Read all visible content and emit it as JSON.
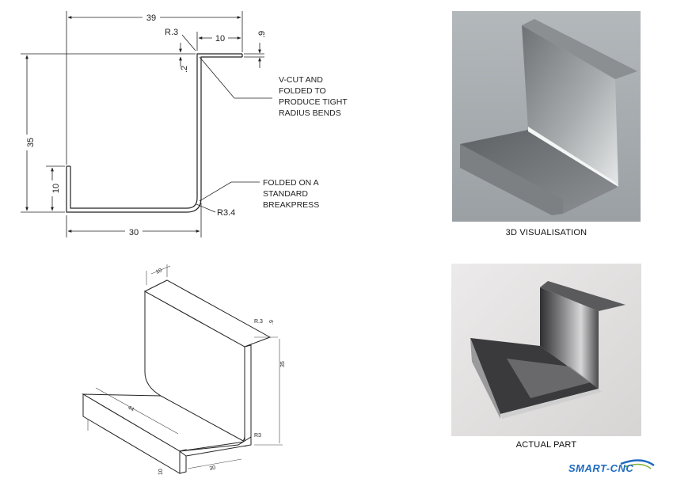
{
  "drawing": {
    "dim_overall_width": "39",
    "dim_top_flange": "10",
    "dim_lip_thickness": ".9",
    "dim_small_radius": "R.3",
    "dim_offset": ".2",
    "dim_height": "35",
    "dim_front_lip": "10",
    "dim_base": "30",
    "dim_large_radius": "R3.4",
    "note_vcut": [
      "V-CUT AND",
      "FOLDED TO",
      "PRODUCE TIGHT",
      "RADIUS BENDS"
    ],
    "note_folded": [
      "FOLDED ON A",
      "STANDARD",
      "BREAKPRESS"
    ]
  },
  "isometric": {
    "dim_top": "10",
    "dim_r_top": "R.3",
    "dim_lip": ".9",
    "dim_height": "35",
    "dim_length": "44",
    "dim_r_bottom": "R3",
    "dim_front": "10",
    "dim_base": "30"
  },
  "captions": {
    "visualisation": "3D VISUALISATION",
    "actual_part": "ACTUAL PART"
  },
  "logo": {
    "text": "SMART-CNC",
    "color": "#1f6bbf"
  }
}
